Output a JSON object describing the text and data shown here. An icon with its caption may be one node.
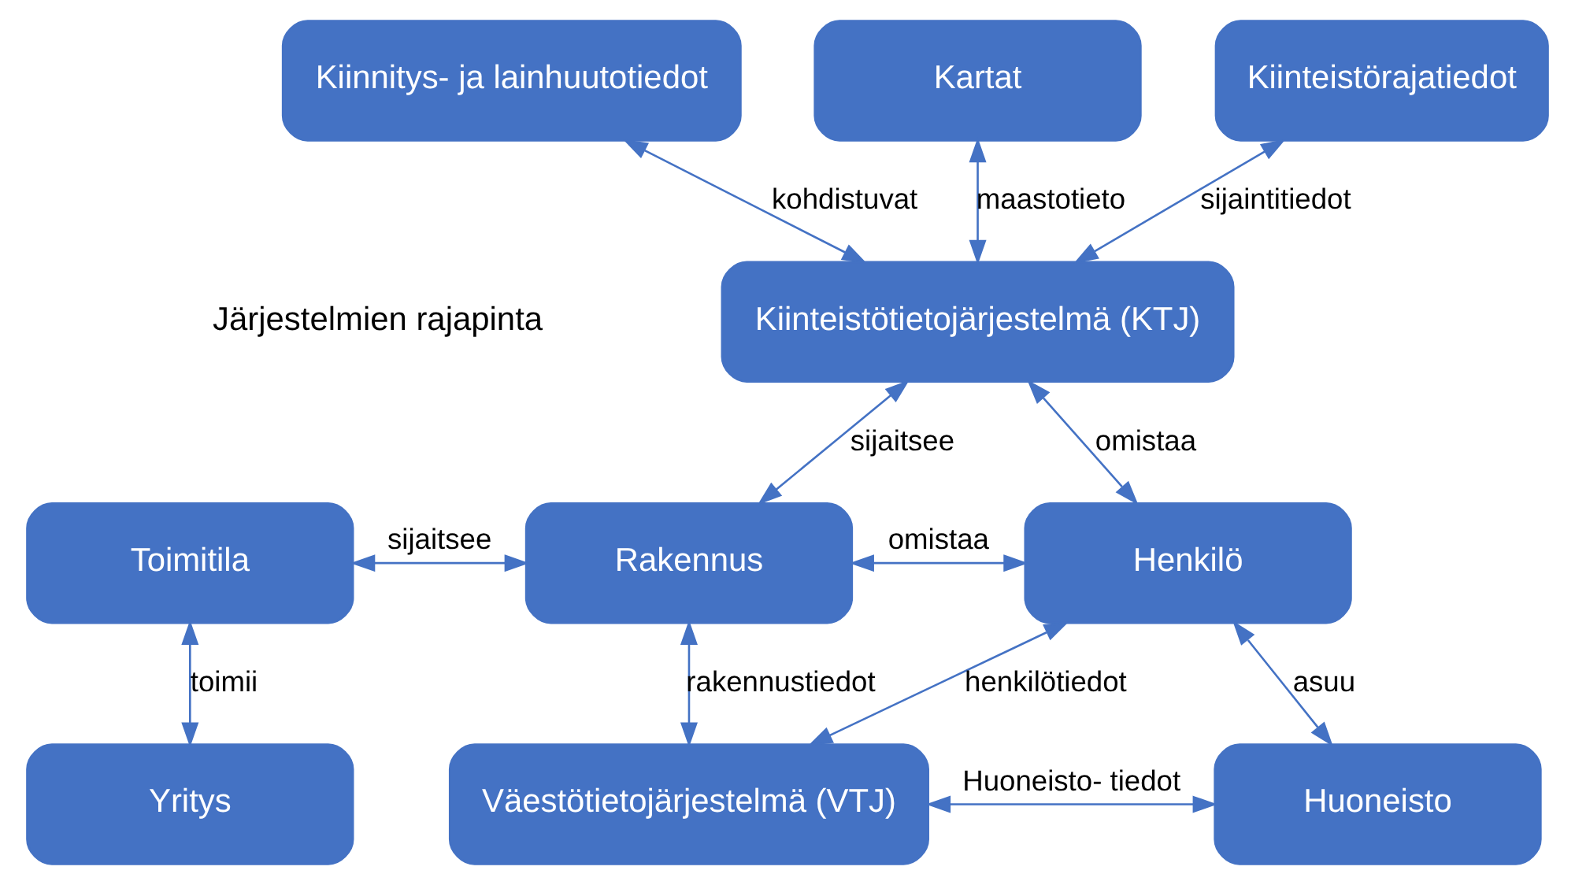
{
  "diagram": {
    "nodes": [
      {
        "text": [
          "Kiinnitys- ja lainhuutotiedot"
        ]
      },
      {
        "text": [
          "Kartat"
        ]
      },
      {
        "text": [
          "Kiinteistörajatiedot"
        ]
      },
      {
        "text": [
          "Kiinteistötietojärjestelmä (KTJ)"
        ]
      },
      {
        "text": [
          "Toimitila"
        ]
      },
      {
        "text": [
          "Rakennus"
        ]
      },
      {
        "text": [
          "Henkilö"
        ]
      },
      {
        "text": [
          "Yritys"
        ]
      },
      {
        "text": [
          "Väestötietojärjestelmä (VTJ)"
        ]
      },
      {
        "text": [
          "Huoneisto"
        ]
      }
    ],
    "edges": [
      {
        "from": 0,
        "to": 3,
        "arrow": "both",
        "label": "kohdistuvat"
      },
      {
        "from": 1,
        "to": 3,
        "arrow": "both",
        "label": "maastotieto"
      },
      {
        "from": 2,
        "to": 3,
        "arrow": "both",
        "label": "sijaintitiedot"
      },
      {
        "from": 3,
        "to": 6,
        "arrow": "both",
        "label": "omistaa"
      },
      {
        "from": 3,
        "to": 5,
        "arrow": "both",
        "label": "sijaitsee"
      },
      {
        "from": 4,
        "to": 5,
        "arrow": "both",
        "label": "sijaitsee"
      },
      {
        "from": 5,
        "to": 6,
        "arrow": "both",
        "label": "omistaa"
      },
      {
        "from": 4,
        "to": 7,
        "arrow": "both",
        "label": "toimii"
      },
      {
        "from": 5,
        "to": 8,
        "arrow": "both",
        "label": "rakennustiedot"
      },
      {
        "from": 8,
        "to": 6,
        "arrow": "both",
        "label": "henkilötiedot"
      },
      {
        "from": 6,
        "to": 9,
        "arrow": "both",
        "label": "asuu"
      },
      {
        "from": 8,
        "to": 9,
        "arrow": "both",
        "label": "Huoneisto- tiedot"
      }
    ],
    "labels": [
      "Järjestelmien rajapinta"
    ]
  }
}
